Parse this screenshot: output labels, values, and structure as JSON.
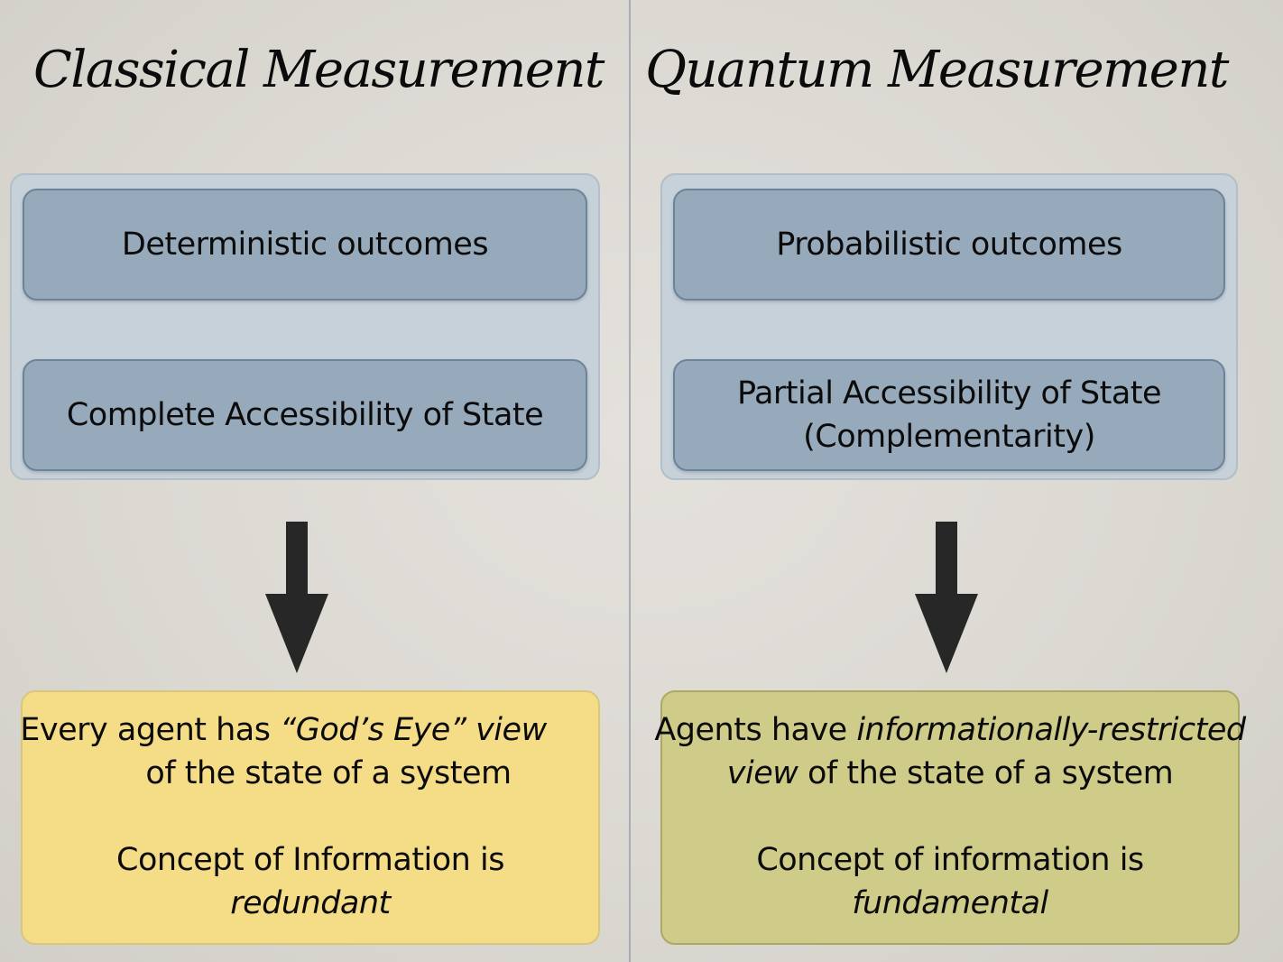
{
  "left": {
    "title": "Classical Measurement",
    "box1": "Deterministic outcomes",
    "box2_line1": "Complete Accessibility of State",
    "box2_line2": "",
    "result": {
      "line1_pre": "Every agent has ",
      "line1_em": "“God’s Eye” view",
      "line2": "of the state of a system",
      "line3": "Concept of Information is",
      "line4_em": "redundant"
    }
  },
  "right": {
    "title": "Quantum Measurement",
    "box1": "Probabilistic outcomes",
    "box2_line1": "Partial Accessibility of State",
    "box2_line2": "(Complementarity)",
    "result": {
      "line1_pre": "Agents have ",
      "line1_em": "informationally-restricted",
      "line2_em": "view",
      "line2_rest": " of the state of a system",
      "line3": "Concept of information is",
      "line4_em": "fundamental"
    }
  },
  "colors": {
    "group_bg": "#c7d1d9",
    "box_bg": "#96aabb",
    "classical_result_bg": "#f5dd88",
    "quantum_result_bg": "#cfcc8a",
    "arrow": "#272727"
  }
}
